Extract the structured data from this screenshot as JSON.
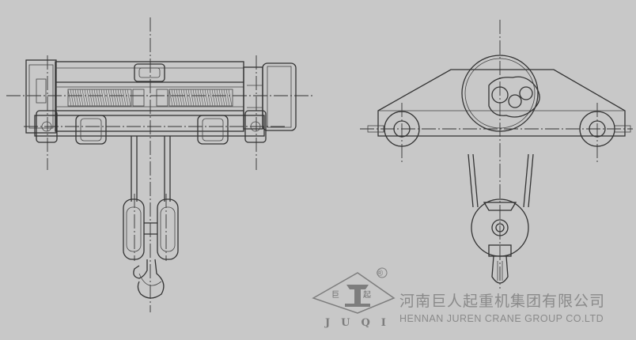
{
  "logo": {
    "brand": "JUQI",
    "char_left": "巨",
    "char_right": "起",
    "registered": "®"
  },
  "company": {
    "name_cn": "河南巨人起重机集团有限公司",
    "name_en": "HENNAN JUREN CRANE GROUP CO.LTD"
  },
  "colors": {
    "background": "#c8c8c8",
    "line": "#333333",
    "watermark": "#8a8a8a"
  }
}
